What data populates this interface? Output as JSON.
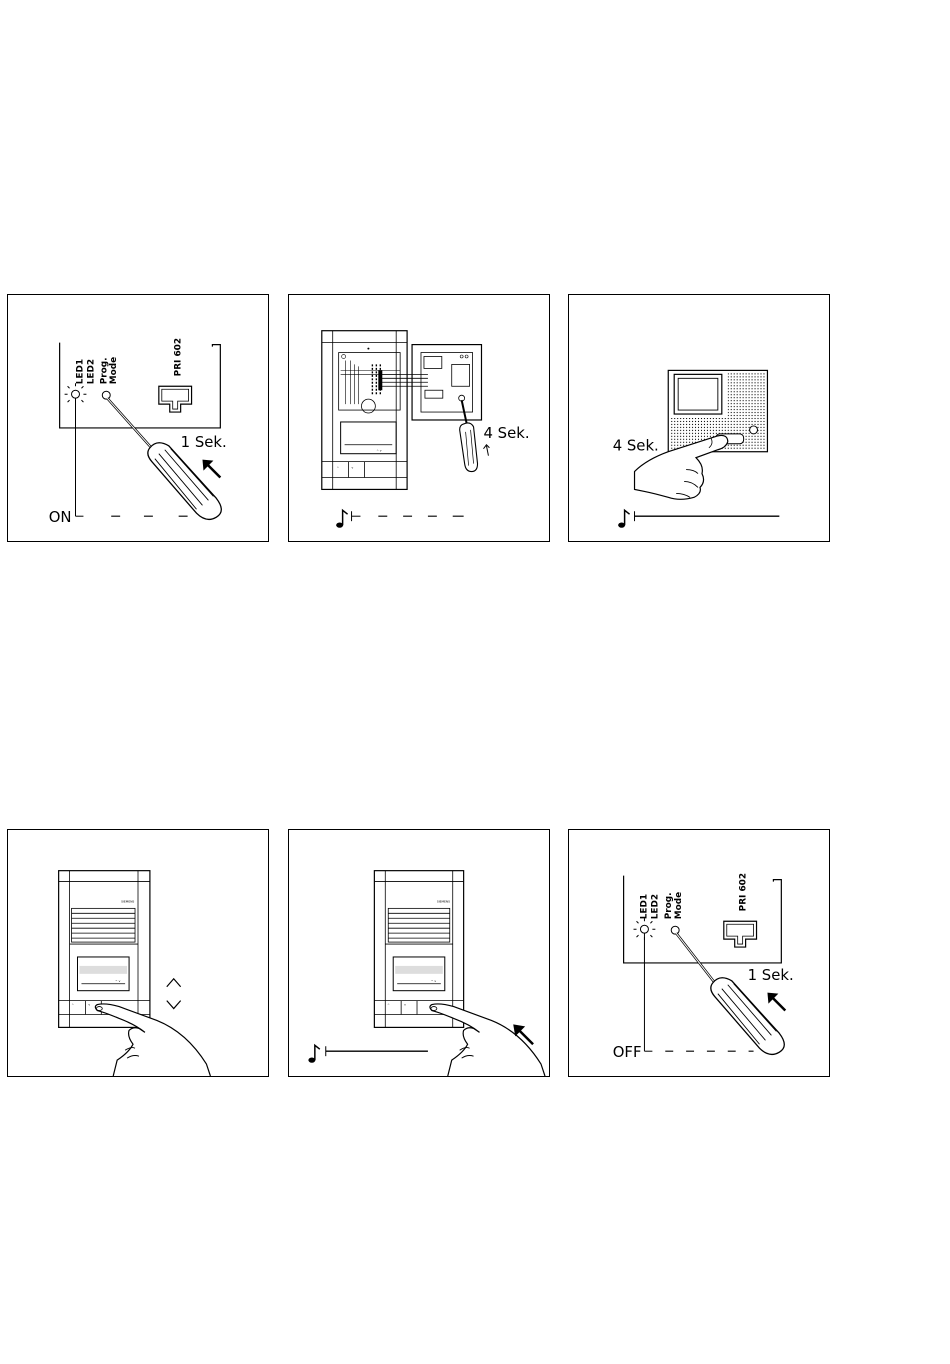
{
  "panels": [
    {
      "labels": [
        "LED1",
        "LED2",
        "Prog.",
        "Mode"
      ],
      "product": "PRI 602",
      "duration": "1 Sek.",
      "status": "ON"
    },
    {
      "duration": "4 Sek."
    },
    {
      "duration": "4 Sek."
    },
    {},
    {},
    {
      "labels": [
        "LED1",
        "LED2",
        "Prog.",
        "Mode"
      ],
      "product": "PRI 602",
      "duration": "1 Sek.",
      "status": "OFF"
    }
  ],
  "icons": [
    "led-blink-icon",
    "screwdriver-icon",
    "arrow-up-left-icon",
    "music-note-icon",
    "finger-press-icon",
    "chevron-up-icon",
    "chevron-down-icon"
  ]
}
